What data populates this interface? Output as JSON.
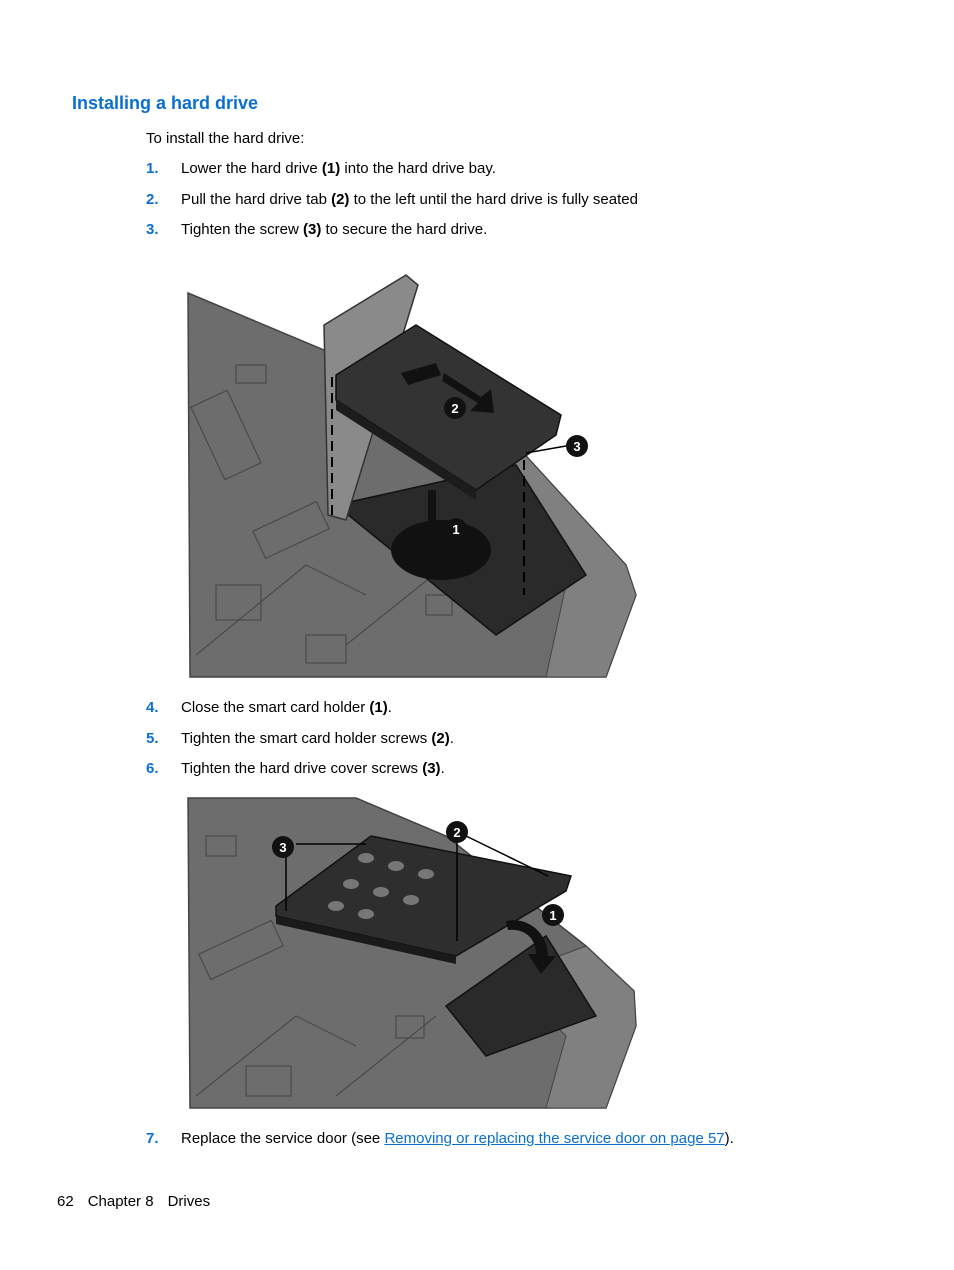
{
  "heading": "Installing a hard drive",
  "intro": "To install the hard drive:",
  "steps": [
    {
      "num": "1.",
      "pre": "Lower the hard drive ",
      "bold": "(1)",
      "post": " into the hard drive bay."
    },
    {
      "num": "2.",
      "pre": "Pull the hard drive tab ",
      "bold": "(2)",
      "post": " to the left until the hard drive is fully seated"
    },
    {
      "num": "3.",
      "pre": "Tighten the screw ",
      "bold": "(3)",
      "post": " to secure the hard drive."
    },
    {
      "num": "4.",
      "pre": "Close the smart card holder ",
      "bold": "(1)",
      "post": "."
    },
    {
      "num": "5.",
      "pre": "Tighten the smart card holder screws ",
      "bold": "(2)",
      "post": "."
    },
    {
      "num": "6.",
      "pre": "Tighten the hard drive cover screws ",
      "bold": "(3)",
      "post": "."
    },
    {
      "num": "7.",
      "pre": "Replace the service door (see ",
      "link": "Removing or replacing the service door on page 57",
      "post": ")."
    }
  ],
  "figure1": {
    "callouts": [
      "1",
      "2",
      "3"
    ]
  },
  "figure2": {
    "callouts": [
      "1",
      "2",
      "3"
    ]
  },
  "footer": {
    "page": "62",
    "chapter": "Chapter 8",
    "section": "Drives"
  },
  "colors": {
    "accent": "#0a6fd0",
    "chassis": "#6b6b6b",
    "drive": "#2b2b2b"
  }
}
